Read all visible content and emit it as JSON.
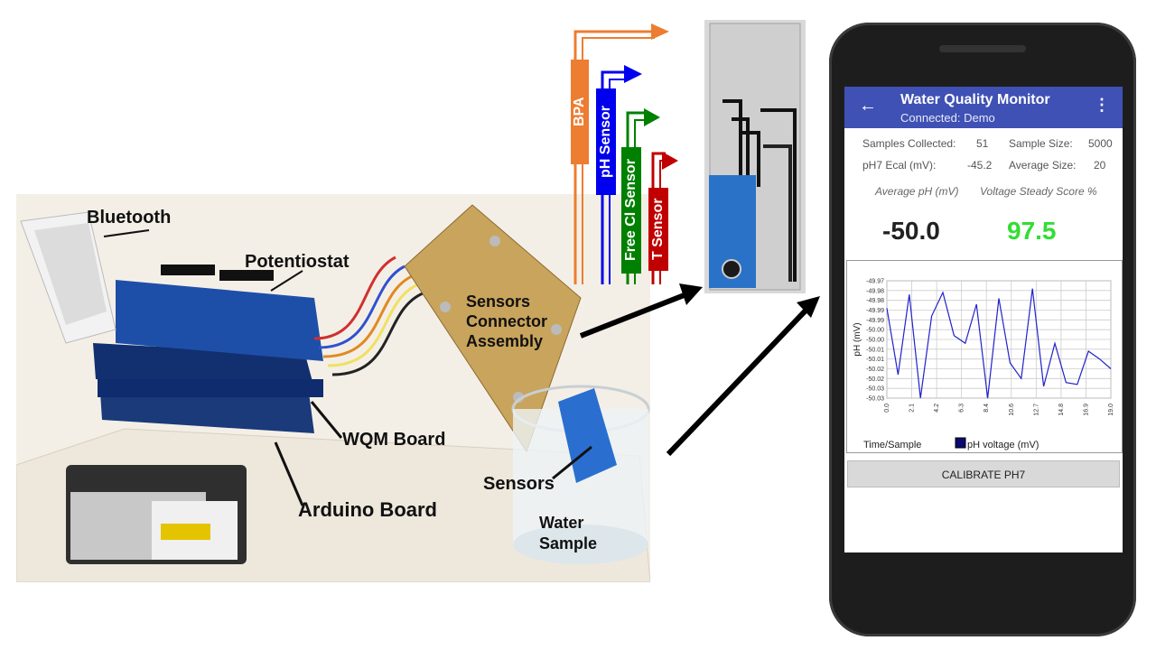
{
  "hardware_labels": {
    "bluetooth": "Bluetooth",
    "potentiostat": "Potentiostat",
    "sensors_connector": "Sensors\nConnector\nAssembly",
    "wqm_board": "WQM  Board",
    "arduino_board": "Arduino Board",
    "sensors": "Sensors",
    "water_sample": "Water\nSample"
  },
  "sensor_strip": {
    "bpa": {
      "label": "BPA",
      "color": "#ed7d31"
    },
    "ph": {
      "label": "pH Sensor",
      "color": "#0000ee"
    },
    "free_cl": {
      "label": "Free Cl Sensor",
      "color": "#008000"
    },
    "t": {
      "label": "T Sensor",
      "color": "#c00000"
    }
  },
  "app": {
    "title": "Water Quality Monitor",
    "subtitle": "Connected: Demo",
    "samples_collected_label": "Samples Collected:",
    "samples_collected_value": "51",
    "sample_size_label": "Sample Size:",
    "sample_size_value": "5000",
    "ph7_ecal_label": "pH7 Ecal (mV):",
    "ph7_ecal_value": "-45.2",
    "average_size_label": "Average Size:",
    "average_size_value": "20",
    "average_ph_label": "Average pH (mV)",
    "average_ph_value": "-50.0",
    "steady_score_label": "Voltage Steady Score %",
    "steady_score_value": "97.5",
    "steady_score_color": "#33dd33",
    "calibrate_label": "CALIBRATE PH7"
  },
  "chart_data": {
    "type": "line",
    "ylabel": "pH (mV)",
    "xlabel": "Time/Sample",
    "legend": "pH voltage (mV)",
    "ylim": [
      -50.03,
      -49.97
    ],
    "xlim": [
      0,
      19.0
    ],
    "y_ticks": [
      "-49.97",
      "-49.98",
      "-49.98",
      "-49.99",
      "-49.99",
      "-50.00",
      "-50.00",
      "-50.01",
      "-50.01",
      "-50.02",
      "-50.02",
      "-50.03",
      "-50.03"
    ],
    "x_ticks": [
      "0.0",
      "2.1",
      "4.2",
      "6.3",
      "8.4",
      "10.6",
      "12.7",
      "14.8",
      "16.9",
      "19.0"
    ],
    "x": [
      0,
      1,
      2,
      3,
      4,
      5,
      6,
      7,
      8,
      9,
      10,
      11,
      12,
      13,
      14,
      15,
      16,
      17,
      18,
      19,
      20
    ],
    "y": [
      -49.984,
      -50.018,
      -49.977,
      -50.03,
      -49.988,
      -49.976,
      -49.998,
      -50.002,
      -49.982,
      -50.03,
      -49.979,
      -50.012,
      -50.02,
      -49.974,
      -50.024,
      -50.002,
      -50.022,
      -50.023,
      -50.006,
      -50.01,
      -50.015
    ],
    "series_color": "#2222cc"
  }
}
